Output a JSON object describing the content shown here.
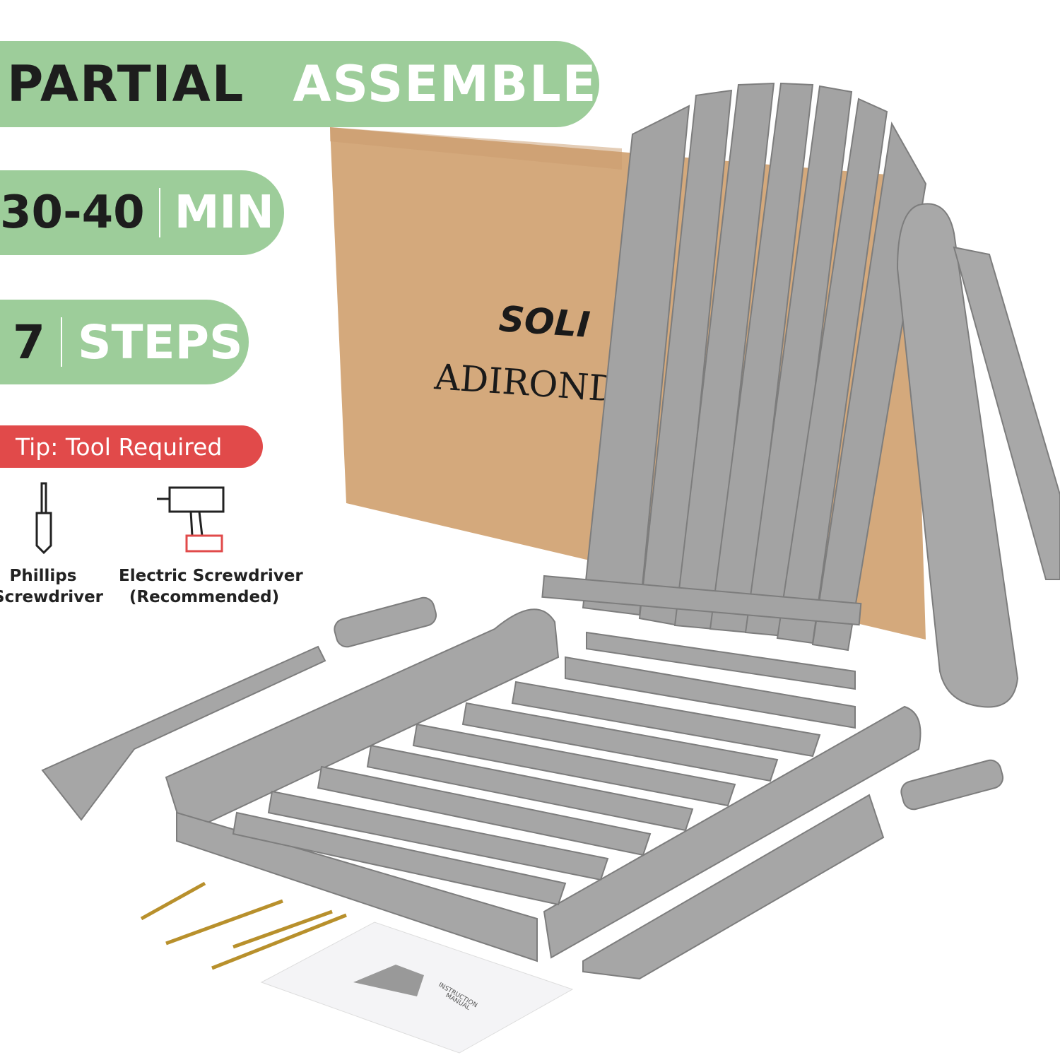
{
  "badges": {
    "assembly": {
      "left": "PARTIAL",
      "right": "ASSEMBLED"
    },
    "time": {
      "left": "30-40",
      "right": "MIN"
    },
    "steps": {
      "left": "7",
      "right": "STEPS"
    }
  },
  "tip": {
    "label": "Tip: Tool Required"
  },
  "tools": [
    {
      "icon": "phillips-screwdriver-icon",
      "line1": "Phillips",
      "line2": "Screwdriver"
    },
    {
      "icon": "electric-screwdriver-icon",
      "line1": "Electric Screwdriver",
      "line2": "(Recommended)"
    }
  ],
  "box": {
    "brand": "SOLI",
    "product": "ADIROND"
  },
  "manual": {
    "title_line1": "INSTRUCTION",
    "title_line2": "MANUAL"
  },
  "colors": {
    "green": "#9dcd9a",
    "red": "#e14a4a",
    "cardboard": "#d4a97c",
    "wood": "#9e9e9e"
  }
}
